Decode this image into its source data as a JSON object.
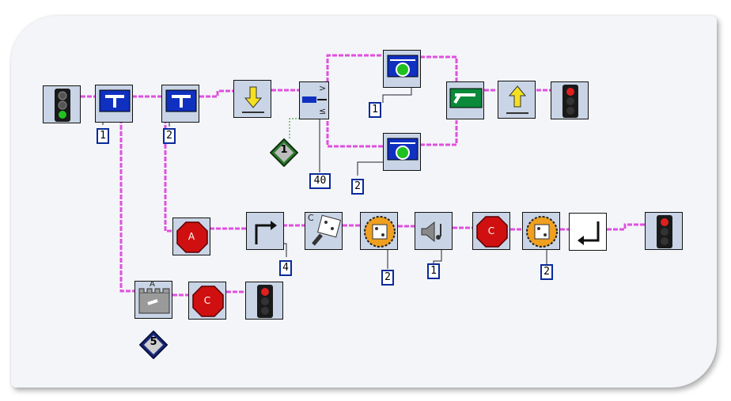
{
  "blocks": {
    "light_green": {
      "icon": "traffic-light-green-icon"
    },
    "light_red_end": {
      "icon": "traffic-light-red-icon"
    },
    "light_red_lane2": {
      "icon": "traffic-light-red-icon"
    },
    "light_red_lane3": {
      "icon": "traffic-light-red-icon"
    },
    "switch1": {
      "icon": "touch-sensor-wait-icon",
      "port": "1"
    },
    "switch2": {
      "icon": "touch-sensor-wait-icon",
      "port": "2"
    },
    "motor_down": {
      "icon": "arrow-down-icon"
    },
    "compare": {
      "icon": "compare-icon",
      "op_gt": ">",
      "op_le": "≤",
      "value": "40"
    },
    "container_in": {
      "icon": "container-icon",
      "value": "1"
    },
    "light_sensor_top": {
      "icon": "light-sensor-icon",
      "port": "1"
    },
    "light_sensor_bottom": {
      "icon": "light-sensor-icon",
      "port": "2"
    },
    "merge": {
      "icon": "merge-icon"
    },
    "motor_up": {
      "icon": "arrow-up-icon"
    },
    "stop_a": {
      "icon": "stop-sign-icon",
      "label": "A"
    },
    "loop_start": {
      "icon": "loop-start-icon",
      "count": "4"
    },
    "random_c": {
      "icon": "dice-icon",
      "label": "C"
    },
    "wait_dice_1": {
      "icon": "wait-dice-icon",
      "port": "2"
    },
    "sound": {
      "icon": "speaker-note-icon",
      "port": "1"
    },
    "stop_c1": {
      "icon": "stop-sign-icon",
      "label": "C"
    },
    "wait_dice_2": {
      "icon": "wait-dice-icon",
      "port": "2"
    },
    "loop_end": {
      "icon": "loop-end-icon"
    },
    "timer_a": {
      "icon": "timer-icon",
      "label": "A",
      "value": "5"
    },
    "stop_c2": {
      "icon": "stop-sign-icon",
      "label": "C"
    }
  },
  "colors": {
    "wire": "#e050e0",
    "block_bg": "#c9d5e6",
    "blue_block": "#1030c0",
    "stop_red": "#d01010",
    "border_blue": "#0a2a9a"
  }
}
